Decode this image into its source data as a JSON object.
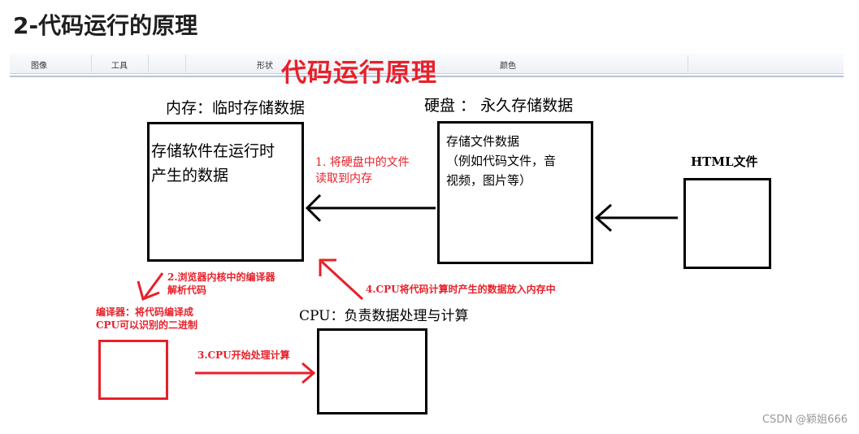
{
  "heading": "2-代码运行的原理",
  "toolbar": {
    "image_label": "图像",
    "tools_label": "工具",
    "shapes_label": "形状",
    "colors_label": "颜色"
  },
  "diagram_title": "代码运行原理",
  "memory": {
    "label": "内存：临时存储数据",
    "box_text_line1": "存储软件在运行时",
    "box_text_line2": "产生的数据"
  },
  "disk": {
    "label": "硬盘 ： 永久存储数据",
    "box_text_line1": "存储文件数据",
    "box_text_line2": "（例如代码文件，音",
    "box_text_line3": "视频，图片等）"
  },
  "html_file": {
    "label": "HTML文件"
  },
  "cpu": {
    "label": "CPU：负责数据处理与计算"
  },
  "compiler": {
    "label_line1": "编译器：将代码编译成",
    "label_line2": "CPU可以识别的二进制"
  },
  "steps": {
    "step1_line1": "1. 将硬盘中的文件",
    "step1_line2": "读取到内存",
    "step2_line1": "2.浏览器内核中的编译器",
    "step2_line2": "解析代码",
    "step3": "3.CPU开始处理计算",
    "step4": "4.CPU将代码计算时产生的数据放入内存中"
  },
  "footer": "CSDN @颖姐666"
}
